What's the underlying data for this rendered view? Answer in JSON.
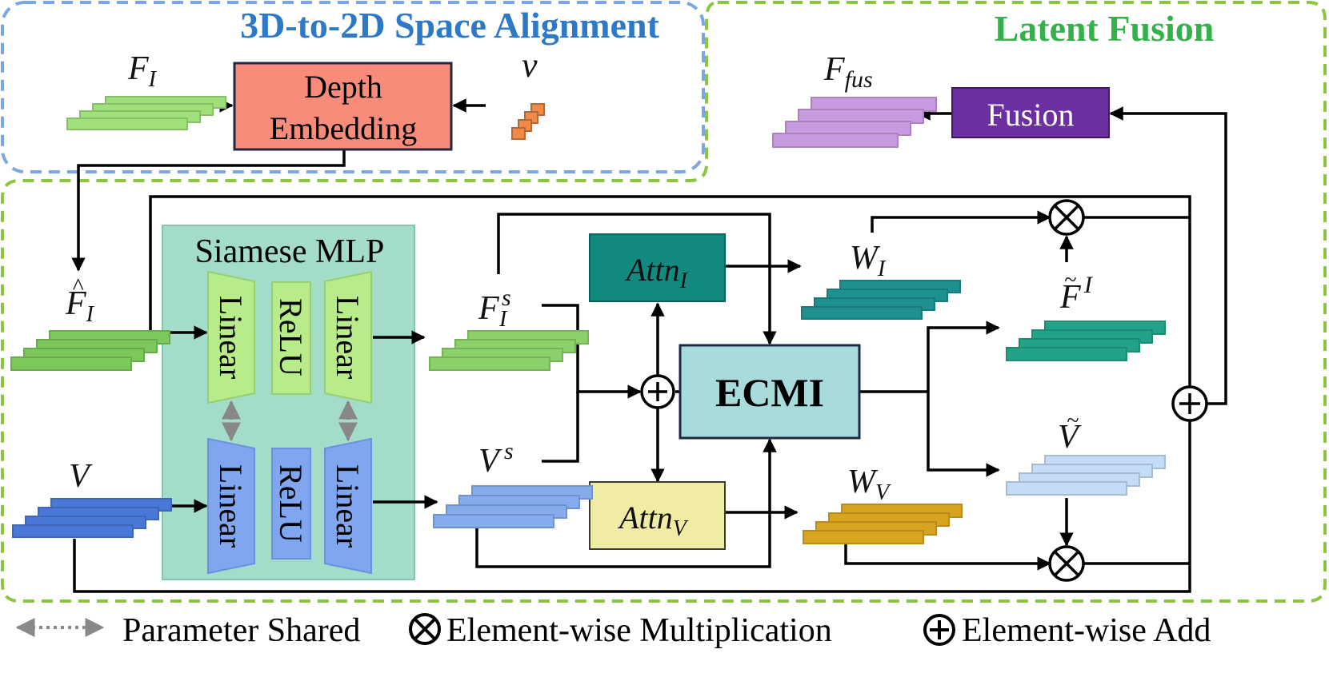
{
  "regions": {
    "alignment_title": "3D-to-2D Space Alignment",
    "fusion_title": "Latent Fusion"
  },
  "blocks": {
    "depth_embedding_line1": "Depth",
    "depth_embedding_line2": "Embedding",
    "fusion": "Fusion",
    "siamese_mlp": "Siamese MLP",
    "linear": "Linear",
    "relu": "ReLU",
    "attn": "Attn",
    "ecmi": "ECMI"
  },
  "symbols": {
    "F": "F",
    "V": "V",
    "v": "v",
    "W": "W",
    "sub_I": "I",
    "sub_V": "V",
    "sub_fus": "fus",
    "sup_s": "s",
    "sup_I": "I",
    "hat": "^",
    "tilde": "~"
  },
  "legend": {
    "param_shared": "Parameter Shared",
    "mult_symbol": "⊗",
    "mult": "Element-wise Multiplication",
    "add_symbol": "⊕",
    "add": "Element-wise Add"
  },
  "colors": {
    "blue_region": "#7aa6e6",
    "green_region": "#8cc63f",
    "depth_embedding": "#f98b7a",
    "fusion": "#6b2fa0",
    "siamese_bg": "#a3dcc9",
    "linear_top": "#b8ec8a",
    "linear_bottom": "#80a6f0",
    "attn_i": "#138a80",
    "attn_v": "#f1eca4",
    "ecmi": "#a8dcdc",
    "feat_FI": "#9fe07a",
    "feat_v": "#f08a48",
    "feat_Ffus": "#c89ae0",
    "feat_FIhat": "#7cc85a",
    "feat_V": "#4a78d8",
    "feat_FIs": "#8cd06a",
    "feat_Vs": "#86acf0",
    "feat_WI": "#1e9090",
    "feat_WV": "#d8a420",
    "feat_FItilde": "#22a286",
    "feat_Vtilde": "#c4dcf6"
  }
}
